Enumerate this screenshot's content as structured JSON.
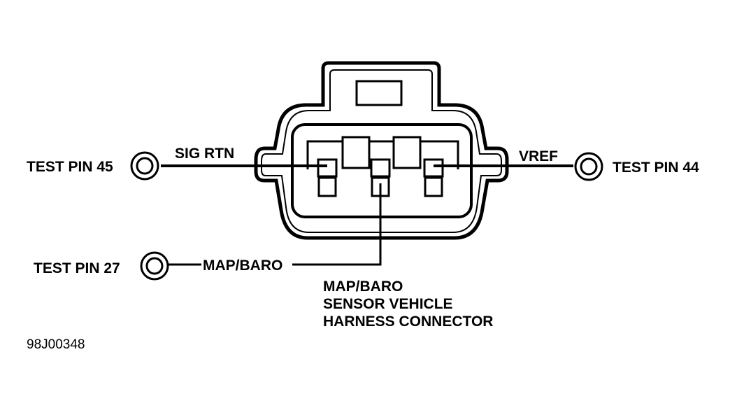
{
  "labels": {
    "pin45": "TEST PIN 45",
    "pin44": "TEST PIN 44",
    "pin27": "TEST PIN 27",
    "sig_rtn": "SIG RTN",
    "vref": "VREF",
    "map_baro": "MAP/BARO",
    "caption_line1": "MAP/BARO",
    "caption_line2": "SENSOR VEHICLE",
    "caption_line3": "HARNESS CONNECTOR",
    "figure_code": "98J00348"
  },
  "colors": {
    "ink": "#000000",
    "paper": "#ffffff"
  }
}
